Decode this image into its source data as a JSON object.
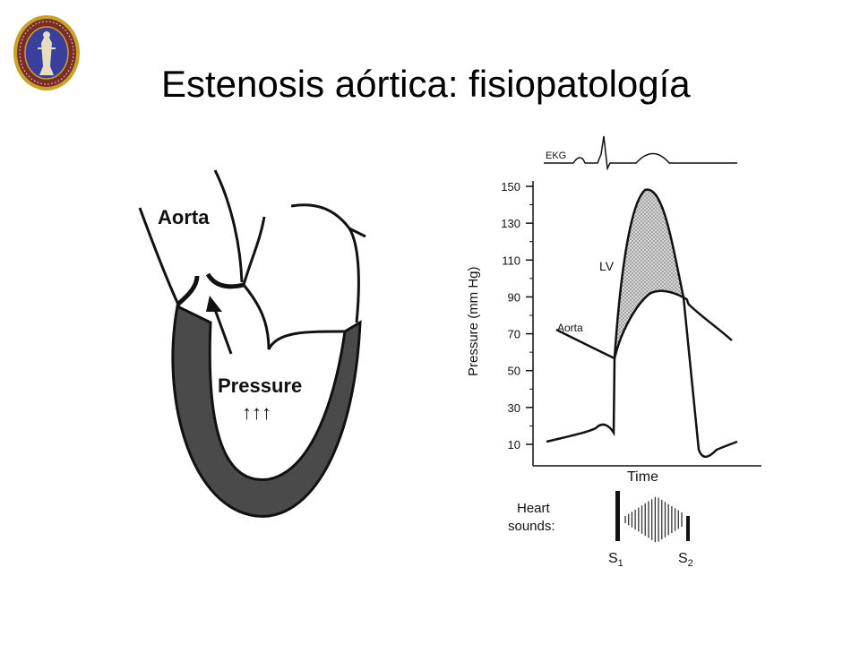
{
  "slide": {
    "title": "Estenosis aórtica: fisiopatología"
  },
  "heart_diagram": {
    "aorta_label": "Aorta",
    "pressure_label": "Pressure",
    "pressure_arrows": "↑↑↑"
  },
  "pressure_chart": {
    "ekg_label": "EKG",
    "y_axis_label": "Pressure (mm Hg)",
    "y_ticks": [
      "10",
      "30",
      "50",
      "70",
      "90",
      "110",
      "130",
      "150"
    ],
    "x_axis_label": "Time",
    "lv_label": "LV",
    "aorta_label": "Aorta",
    "heart_sounds_label_1": "Heart",
    "heart_sounds_label_2": "sounds:",
    "s1_label": "S",
    "s1_sub": "1",
    "s2_label": "S",
    "s2_sub": "2"
  },
  "colors": {
    "seal_ring": "#c9a227",
    "seal_inner": "#3a3f9e",
    "stroke": "#111111"
  }
}
